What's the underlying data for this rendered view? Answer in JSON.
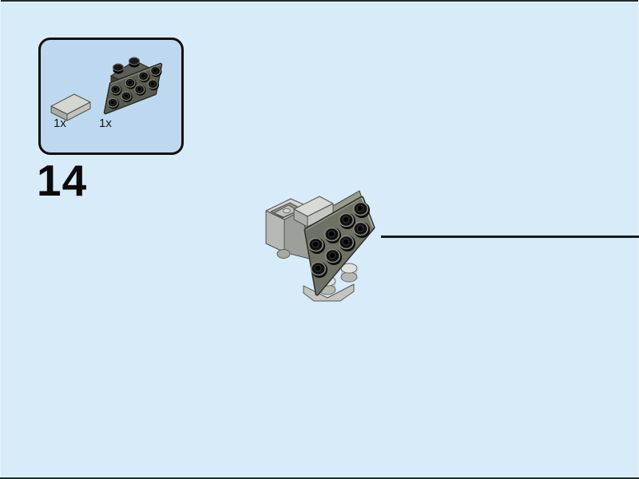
{
  "step": {
    "number": "14"
  },
  "parts_panel": {
    "parts": [
      {
        "name": "light-gray-plate",
        "count": "1x"
      },
      {
        "name": "dark-gray-bracket",
        "count": "1x"
      }
    ]
  },
  "colors": {
    "page_background": "#d7ebf8",
    "panel_fill": "#bed9ef",
    "panel_border": "#0e0e0e",
    "step_number_text": "#0b0b0b",
    "leader_line": "#12181c",
    "light_gray_part": "#c9cbc7",
    "dark_gray_part": "#6e7165",
    "stud_black": "#0b0b0b"
  }
}
